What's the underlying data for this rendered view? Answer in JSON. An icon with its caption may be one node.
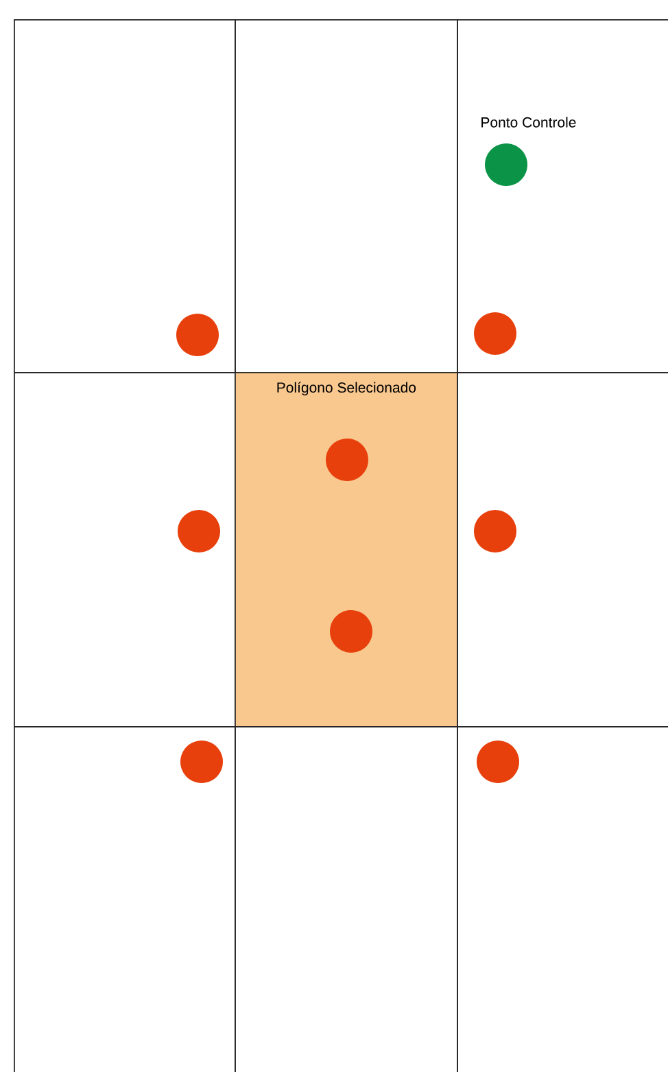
{
  "diagram": {
    "nodes": [
      {
        "text": [],
        "shape": "box"
      },
      {
        "text": [],
        "shape": "box"
      },
      {
        "text": [],
        "shape": "box"
      },
      {
        "text": [],
        "shape": "box"
      },
      {
        "text": [
          "Polígono Selecionado"
        ]
      },
      {
        "text": [],
        "shape": "box"
      },
      {
        "text": [],
        "shape": "box"
      },
      {
        "text": [],
        "shape": "box"
      },
      {
        "text": [],
        "shape": "box"
      }
    ],
    "labels": [
      "Ponto Controle"
    ]
  }
}
